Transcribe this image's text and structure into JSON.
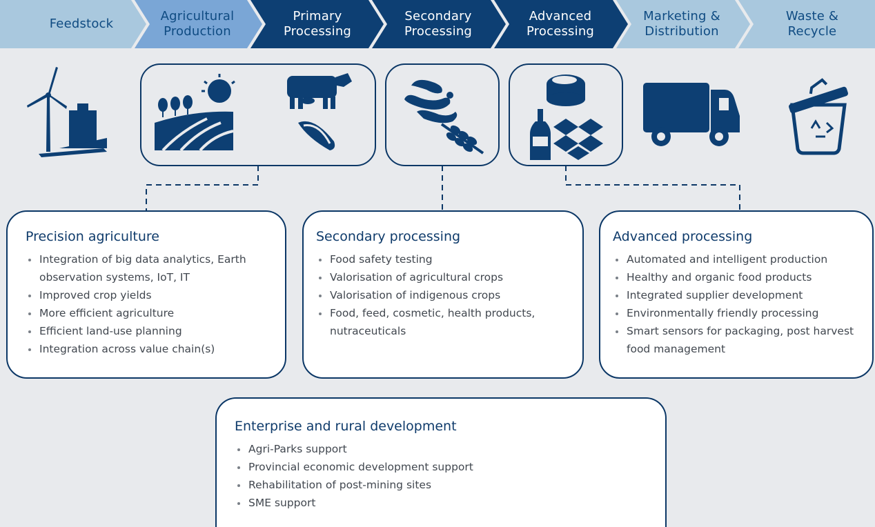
{
  "stages": [
    {
      "label": "Feedstock",
      "tone": "light"
    },
    {
      "label": "Agricultural\nProduction",
      "tone": "mid"
    },
    {
      "label": "Primary\nProcessing",
      "tone": "dark"
    },
    {
      "label": "Secondary\nProcessing",
      "tone": "dark"
    },
    {
      "label": "Advanced\nProcessing",
      "tone": "dark"
    },
    {
      "label": "Marketing &\nDistribution",
      "tone": "light"
    },
    {
      "label": "Waste &\nRecycle",
      "tone": "light"
    }
  ],
  "colors": {
    "light": "#a9c8de",
    "mid": "#7aa6d6",
    "dark": "#0d3f73",
    "navy": "#0b3766",
    "background": "#e8eaed"
  },
  "icons": [
    "wind-turbine-icon",
    "farm-field-icon",
    "cow-icon",
    "corn-icon",
    "sausage-icon",
    "wheat-icon",
    "canned-food-icon",
    "wine-bottle-icon",
    "dropbox-box-icon",
    "truck-icon",
    "recycle-bin-icon"
  ],
  "cards": {
    "precision": {
      "title": "Precision agriculture",
      "items": [
        "Integration of big data analytics, Earth observation systems, IoT, IT",
        "Improved crop yields",
        "More efficient agriculture",
        "Efficient land-use planning",
        "Integration across value chain(s)"
      ]
    },
    "secondary": {
      "title": "Secondary processing",
      "items": [
        "Food safety testing",
        "Valorisation of agricultural crops",
        "Valorisation of indigenous crops",
        "Food, feed, cosmetic, health products, nutraceuticals"
      ]
    },
    "advanced": {
      "title": "Advanced processing",
      "items": [
        "Automated and intelligent production",
        "Healthy and organic food products",
        "Integrated supplier development",
        "Environmentally friendly processing",
        "Smart sensors for packaging, post harvest food management"
      ]
    },
    "enterprise": {
      "title": "Enterprise and rural development",
      "items": [
        "Agri-Parks support",
        "Provincial economic development support",
        "Rehabilitation of post-mining sites",
        "SME support"
      ]
    }
  }
}
